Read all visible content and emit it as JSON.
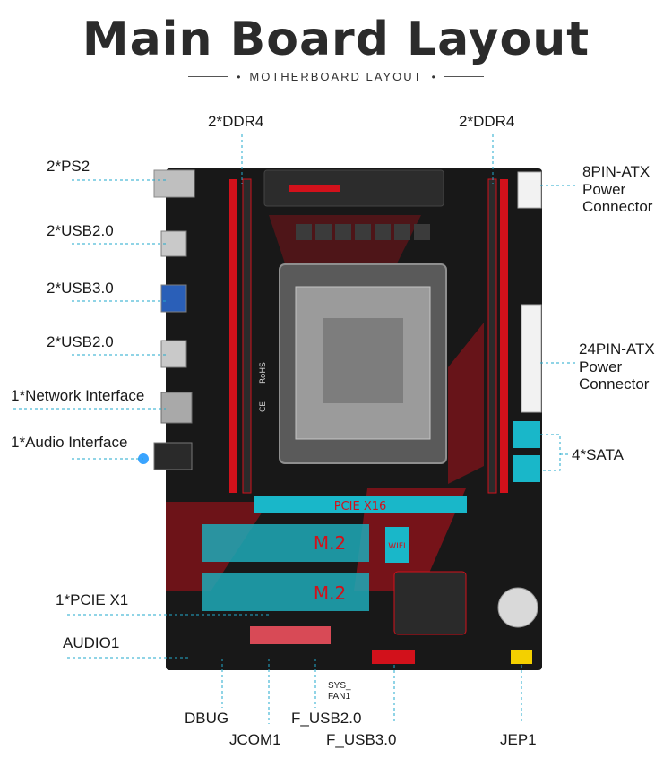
{
  "header": {
    "title": "Main Board Layout",
    "subtitle": "MOTHERBOARD LAYOUT"
  },
  "labels": {
    "ddr4_left": "2*DDR4",
    "ddr4_right": "2*DDR4",
    "ps2": "2*PS2",
    "usb2_top": "2*USB2.0",
    "usb3": "2*USB3.0",
    "usb2_bottom": "2*USB2.0",
    "network": "1*Network Interface",
    "audio_if": "1*Audio Interface",
    "pcie_x1": "1*PCIE X1",
    "audio1": "AUDIO1",
    "atx8_1": "8PIN-ATX",
    "atx8_2": "Power",
    "atx8_3": "Connector",
    "atx24_1": "24PIN-ATX",
    "atx24_2": "Power",
    "atx24_3": "Connector",
    "sata": "4*SATA",
    "dbug": "DBUG",
    "jcom1": "JCOM1",
    "f_usb2": "F_USB2.0",
    "f_usb3": "F_USB3.0",
    "jep1": "JEP1",
    "sys_fan_1": "SYS_",
    "sys_fan_2": "FAN1"
  },
  "board_text": {
    "pcie_x16": "PCIE X16",
    "m2_top": "M.2",
    "m2_bottom": "M.2",
    "wifi": "WIFI",
    "rohs": "RoHS",
    "ce": "CE"
  },
  "colors": {
    "pcb": "#181818",
    "accent_red": "#d2111b",
    "teal": "#19b7c9",
    "leader_line": "#22aacc"
  }
}
